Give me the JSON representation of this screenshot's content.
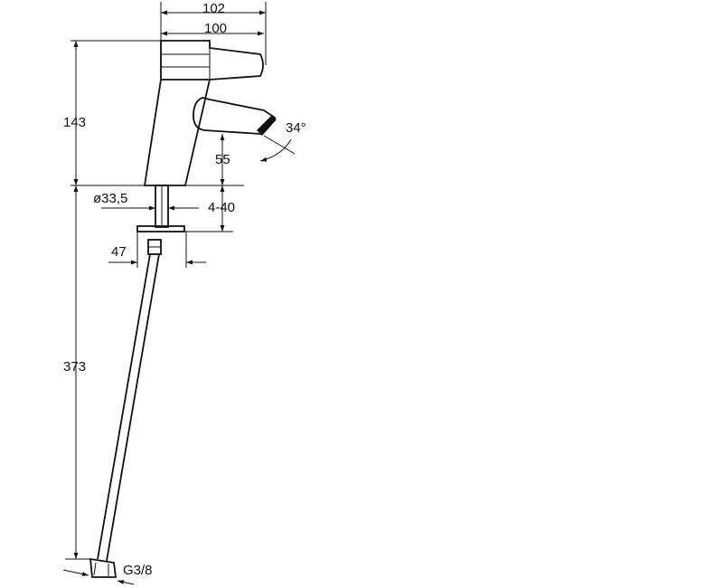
{
  "dimensions": {
    "width_overall": "102",
    "width_spout": "100",
    "height_body": "143",
    "height_spout": "55",
    "angle": "34°",
    "diameter": "ø33,5",
    "clamp_range": "4-40",
    "offset": "47",
    "hose_length": "373",
    "thread": "G3/8"
  }
}
